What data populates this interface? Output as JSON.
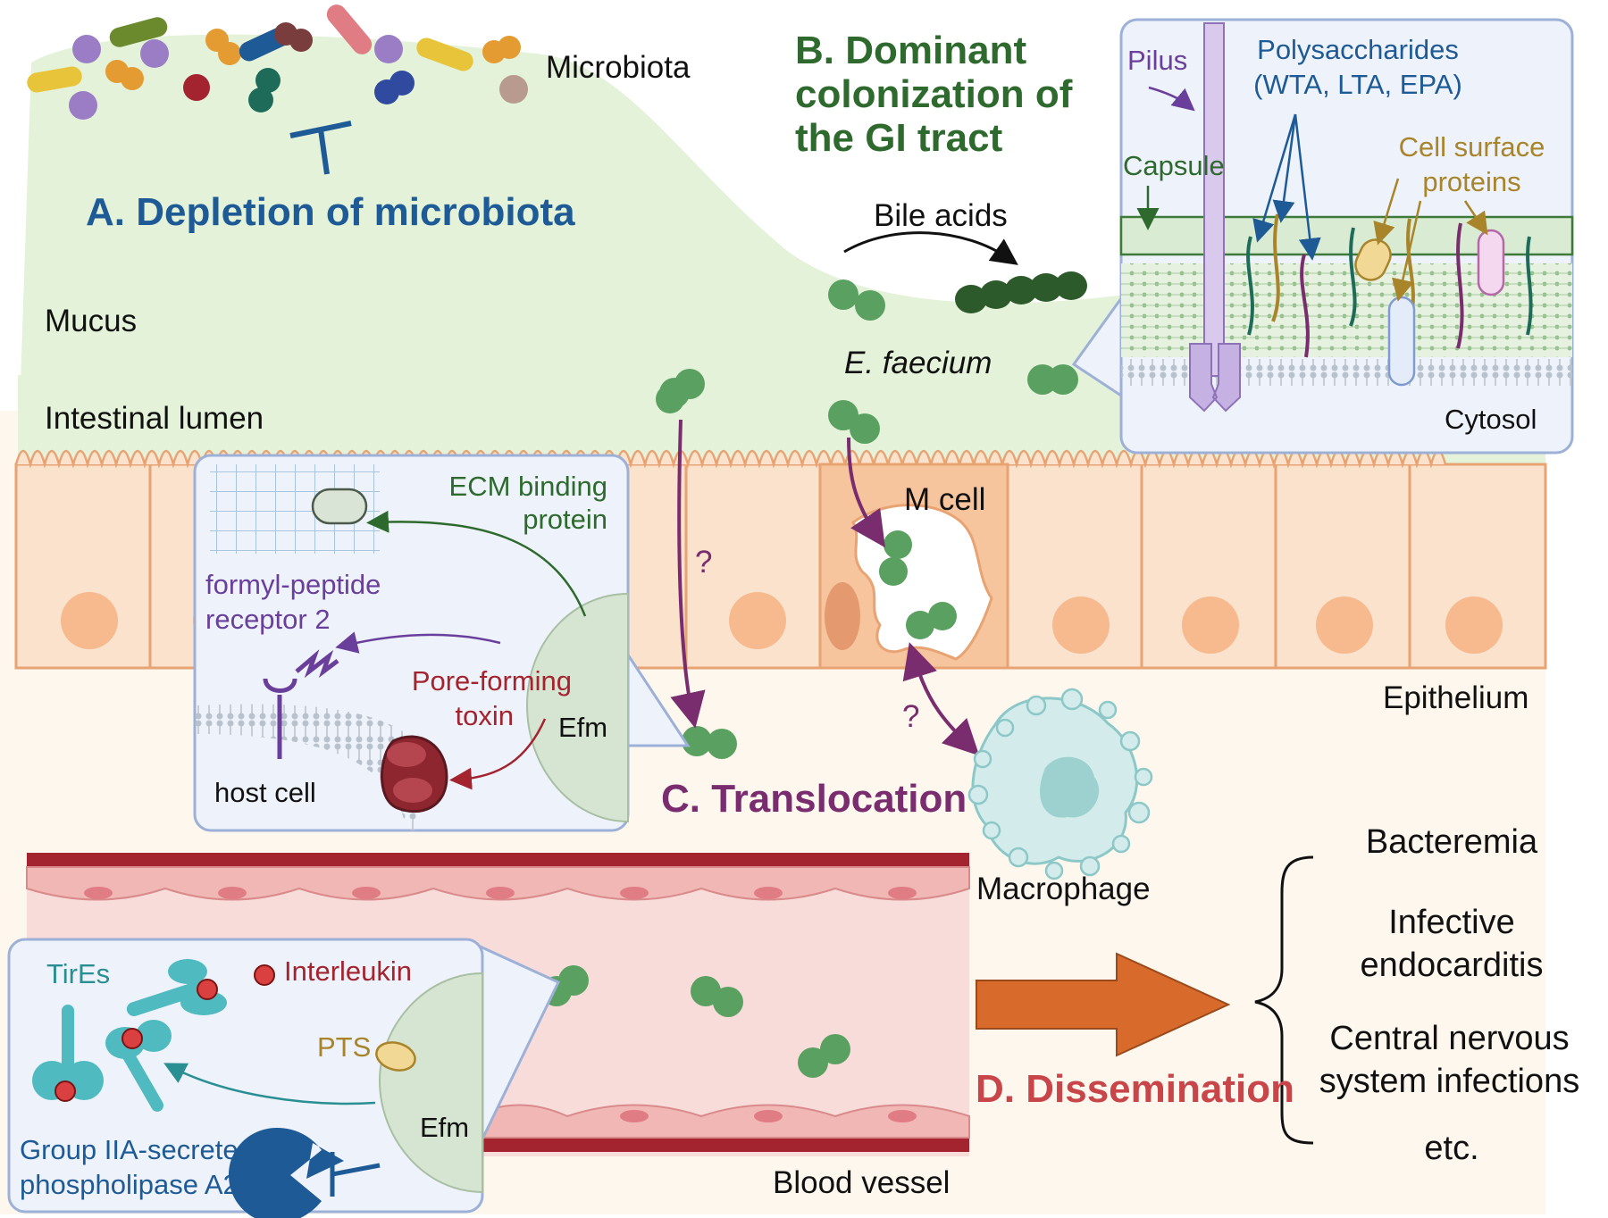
{
  "colors": {
    "mucus": "#e3f2d8",
    "lumen_border": "#cfe6c0",
    "epithelium": "#fbe2cc",
    "epithelium_line": "#e8a373",
    "nucleus": "#f7b98e",
    "vessel_bg": "#f8dcd9",
    "vessel_wall": "#a3232e",
    "endothelium": "#f0b7b5",
    "panel_bg": "#eef3fb",
    "panel_border": "#9db0d8",
    "bacterium": "#5aa060",
    "blue_heading": "#1d5a96",
    "green_heading": "#2e6a2d",
    "purple_heading": "#7a2d6e",
    "red_heading": "#c8454a",
    "arrow_orange": "#d86a2b"
  },
  "labels": {
    "microbiota": "Microbiota",
    "depletion": "A. Depletion of microbiota",
    "colonization_line1": "B. Dominant",
    "colonization_line2": "colonization of",
    "colonization_line3": "the GI tract",
    "bile_acids": "Bile acids",
    "efaecium": "E. faecium",
    "mucus": "Mucus",
    "intestinal_lumen": "Intestinal lumen",
    "m_cell": "M cell",
    "question1": "?",
    "question2": "?",
    "epithelium": "Epithelium",
    "translocation": "C. Translocation",
    "macrophage": "Macrophage",
    "blood_vessel": "Blood vessel",
    "dissemination": "D. Dissemination"
  },
  "surface_panel": {
    "pilus": "Pilus",
    "polysaccharides_line1": "Polysaccharides",
    "polysaccharides_line2": "(WTA, LTA, EPA)",
    "capsule": "Capsule",
    "cell_surface_line1": "Cell surface",
    "cell_surface_line2": "proteins",
    "cytosol": "Cytosol"
  },
  "host_panel": {
    "ecm_line1": "ECM binding",
    "ecm_line2": "protein",
    "fpr_line1": "formyl-peptide",
    "fpr_line2": "receptor 2",
    "pore_line1": "Pore-forming",
    "pore_line2": "toxin",
    "efm": "Efm",
    "host_cell": "host cell"
  },
  "immune_panel": {
    "tires": "TirEs",
    "interleukin": "Interleukin",
    "pts": "PTS",
    "efm": "Efm",
    "pla2_line1": "Group IIA-secreted",
    "pla2_line2": "phospholipase A2"
  },
  "outcomes": {
    "bacteremia": "Bacteremia",
    "endocarditis_line1": "Infective",
    "endocarditis_line2": "endocarditis",
    "cns_line1": "Central nervous",
    "cns_line2": "system infections",
    "etc": "etc."
  }
}
